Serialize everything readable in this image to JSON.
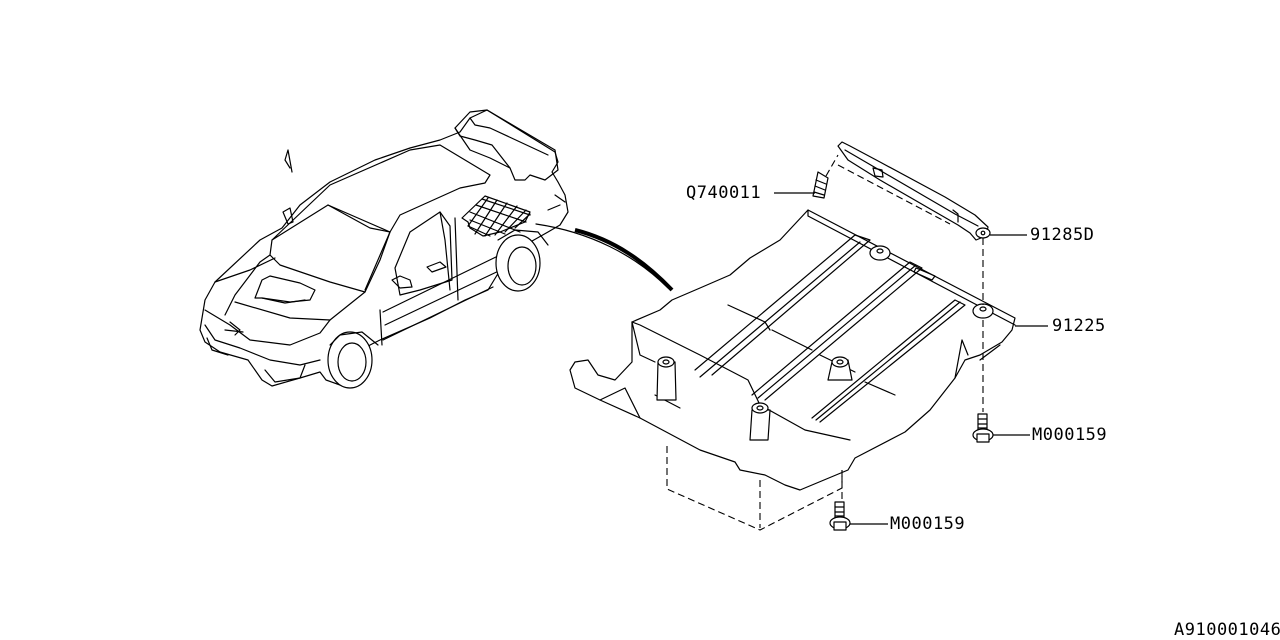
{
  "diagram": {
    "type": "exploded parts diagram",
    "subject": "vehicle under cover assembly",
    "figure_id": "A910001046",
    "callouts": [
      {
        "id": "clip",
        "part_number": "Q740011"
      },
      {
        "id": "bracket",
        "part_number": "91285D"
      },
      {
        "id": "under-cover",
        "part_number": "91225"
      },
      {
        "id": "bolt-right",
        "part_number": "M000159"
      },
      {
        "id": "bolt-bottom",
        "part_number": "M000159"
      }
    ]
  }
}
